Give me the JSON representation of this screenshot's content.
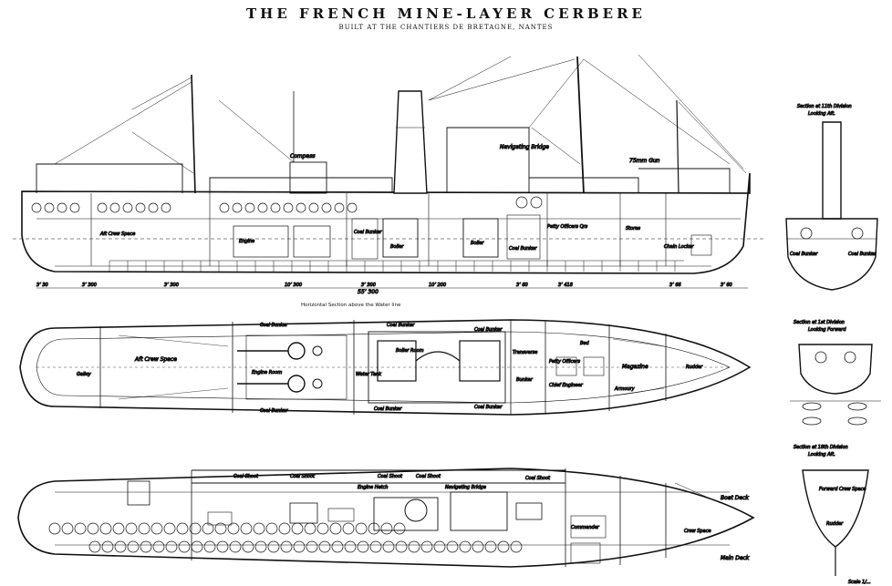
{
  "title": "THE FRENCH MINE-LAYER CERBERE",
  "subtitle": "BUILT AT THE CHANTIERS DE BRETAGNE, NANTES",
  "elevation": {
    "labels": {
      "compass": "Compass",
      "nav_bridge": "Navigating Bridge",
      "gun": "75mm Gun",
      "aft_crew": "Aft Crew Space",
      "engine": "Engine",
      "boiler1": "Boiler",
      "boiler2": "Boiler",
      "coal_bunker_1": "Coal Bunker",
      "coal_bunker_2": "Coal Bunker",
      "petty_officers": "Petty Officers Qrs",
      "chain_locker": "Chain Locker",
      "stores": "Stores"
    },
    "scale_marks": [
      "3’ 30",
      "3’ 300",
      "3’ 300",
      "10’ 300",
      "3’ 300",
      "10’ 200",
      "3’ 60",
      "3’ 418",
      "3’ 66",
      "3’ 60"
    ],
    "overall_length": "55’ 300"
  },
  "horizontal": {
    "caption": "Horizontal Section above the Water line",
    "labels": {
      "aft_crew": "Aft Crew Space",
      "engine_room": "Engine Room",
      "coal_bunker_top_1": "Coal Bunker",
      "coal_bunker_top_2": "Coal Bunker",
      "coal_bunker_top_3": "Coal Bunker",
      "coal_bunker_bot_1": "Coal Bunker",
      "coal_bunker_bot_2": "Coal Bunker",
      "coal_bunker_bot_3": "Coal Bunker",
      "boiler_room": "Boiler Room",
      "water_tank": "Water Tank",
      "transverse": "Transverse",
      "bunker": "Bunker",
      "petty_officers": "Petty Officers",
      "chief_engineer": "Chief Engineer",
      "magazine": "Magazine",
      "armoury": "Armoury",
      "rudder": "Rudder",
      "galley": "Galley",
      "bed": "Bed"
    }
  },
  "deck_plan": {
    "boat_deck": "Boat Deck",
    "main_deck": "Main Deck",
    "labels": {
      "coal_shoot_1": "Coal Shoot",
      "coal_shoot_2": "Coal Shoot",
      "coal_shoot_3": "Coal Shoot",
      "coal_shoot_4": "Coal Shoot",
      "coal_shoot_5": "Coal Shoot",
      "crew_space": "Crew Space",
      "commander": "Commander",
      "navigating_bridge": "Navigating Bridge",
      "engine_hatch": "Engine Hatch"
    }
  },
  "sections": [
    {
      "title": "Section at 11th Division",
      "sub": "Looking Aft.",
      "labels": [
        "Coal Bunker",
        "Coal Bunker"
      ]
    },
    {
      "title": "Section at 1st Division",
      "sub": "Looking Forward",
      "labels": []
    },
    {
      "title": "Section at 18th Division",
      "sub": "Looking Aft.",
      "labels": [
        "Forward Crew Space",
        "Rudder"
      ]
    }
  ],
  "scale_note": "Scale 1/..."
}
